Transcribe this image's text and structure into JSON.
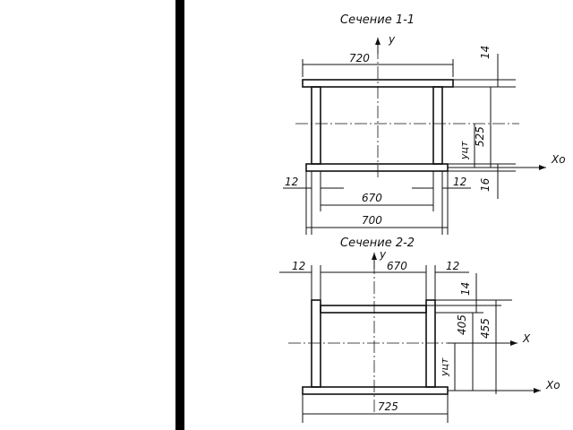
{
  "colors": {
    "ink": "#111111",
    "paper": "#ffffff",
    "bar": "#000000"
  },
  "section1": {
    "title": "Сечение 1-1",
    "axis_y": "y",
    "axis_x0": "Xo",
    "dim_top_width": "720",
    "dim_top_flange": "14",
    "dim_height": "525",
    "dim_bottom_flange": "16",
    "dim_yc": "yцт",
    "dim_left_wall": "12",
    "dim_right_wall": "12",
    "dim_inner_width": "670",
    "dim_bottom_width": "700"
  },
  "section2": {
    "title": "Сечение 2-2",
    "axis_y": "y",
    "axis_x": "X",
    "axis_x0": "Xo",
    "dim_left_wall": "12",
    "dim_inner_width": "670",
    "dim_right_wall": "12",
    "dim_top_flange": "14",
    "dim_inner_height": "405",
    "dim_height": "455",
    "dim_yc": "yцт",
    "dim_bottom_width": "725"
  }
}
